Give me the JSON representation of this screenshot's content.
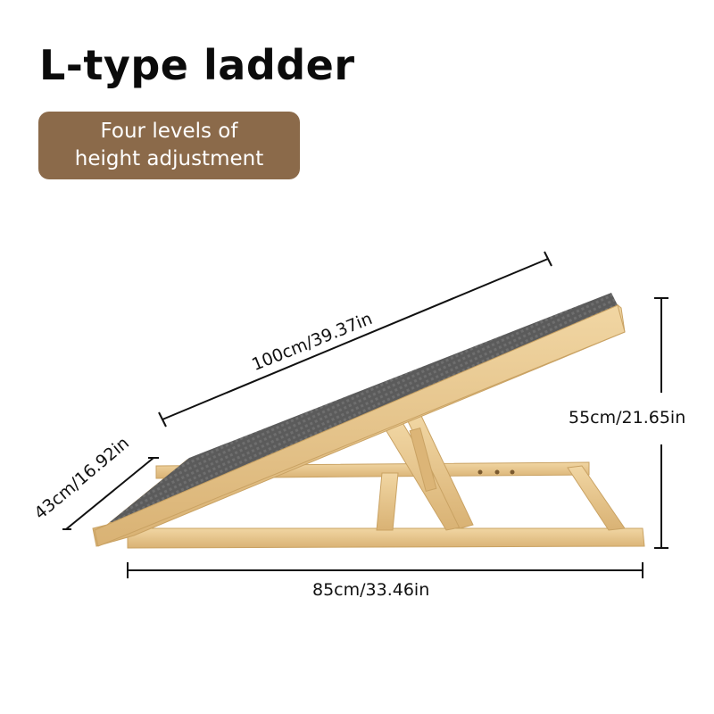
{
  "header": {
    "title": "L-type ladder",
    "badge_line1": "Four levels of",
    "badge_line2": "height adjustment"
  },
  "colors": {
    "badge_bg": "#8b6a4a",
    "wood": "#e6c48a",
    "wood_dark": "#c9a263",
    "carpet": "#5e5e5e"
  },
  "dimensions": {
    "length": "100cm/39.37in",
    "width": "43cm/16.92in",
    "height": "55cm/21.65in",
    "base": "85cm/33.46in"
  },
  "product": {
    "name": "adjustable-pet-ramp",
    "adjustment_holes": 3
  }
}
